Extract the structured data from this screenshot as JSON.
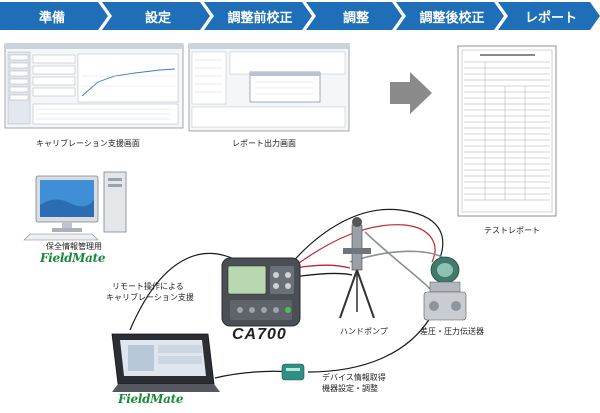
{
  "steps": [
    {
      "label": "準備"
    },
    {
      "label": "設定"
    },
    {
      "label": "調整前校正"
    },
    {
      "label": "調整"
    },
    {
      "label": "調整後校正"
    },
    {
      "label": "レポート"
    }
  ],
  "captions": {
    "calibration_screen": "キャリブレーション支援画面",
    "report_output_screen": "レポート出力画面",
    "test_report": "テストレポート",
    "maintenance_pc": "保全情報管理用",
    "fieldmate_logo_pc": "FieldMate",
    "fieldmate_logo_tablet": "FieldMate",
    "remote_line1": "リモート操作による",
    "remote_line2": "キャリブレーション支援",
    "ca700": "CA700",
    "hand_pump": "ハンドポンプ",
    "transmitter": "差圧・圧力伝送器",
    "device_line1": "デバイス情報取得",
    "device_line2": "機器設定・調整"
  },
  "colors": {
    "step_blue": "#1f6fb8",
    "step_blue_dark": "#145a9a",
    "arrow_gray": "#8a8a8a",
    "logo_green": "#1a8a3a",
    "cable_red": "#c0262c"
  }
}
